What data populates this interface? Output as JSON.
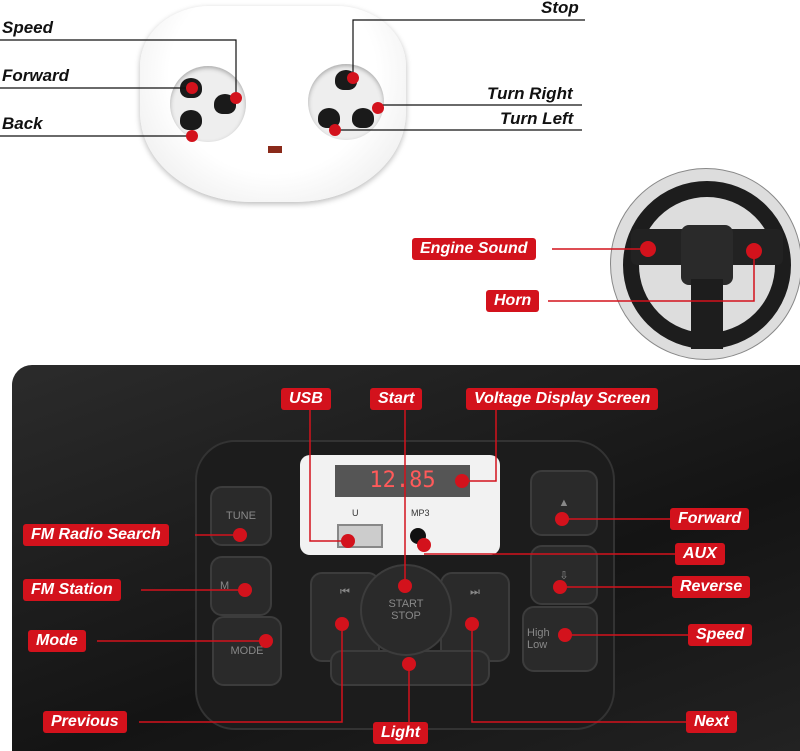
{
  "remote": {
    "labels": {
      "speed": "Speed",
      "forward": "Forward",
      "back": "Back",
      "stop": "Stop",
      "turn_right": "Turn Right",
      "turn_left": "Turn Left"
    }
  },
  "steering": {
    "labels": {
      "engine_sound": "Engine Sound",
      "horn": "Horn"
    }
  },
  "console": {
    "labels": {
      "usb": "USB",
      "start": "Start",
      "voltage": "Voltage Display Screen",
      "fm_radio_search": "FM Radio Search",
      "fm_station": "FM Station",
      "mode": "Mode",
      "previous": "Previous",
      "light": "Light",
      "next": "Next",
      "forward": "Forward",
      "aux": "AUX",
      "reverse": "Reverse",
      "speed": "Speed"
    },
    "display_value": "12.85",
    "usb_port_label": "U",
    "aux_port_label": "MP3",
    "buttons": {
      "tune": "TUNE",
      "m": "M",
      "mode": "MODE",
      "start": "START",
      "stop": "STOP",
      "high": "High",
      "low": "Low"
    }
  },
  "colors": {
    "label_red": "#d3121c"
  }
}
